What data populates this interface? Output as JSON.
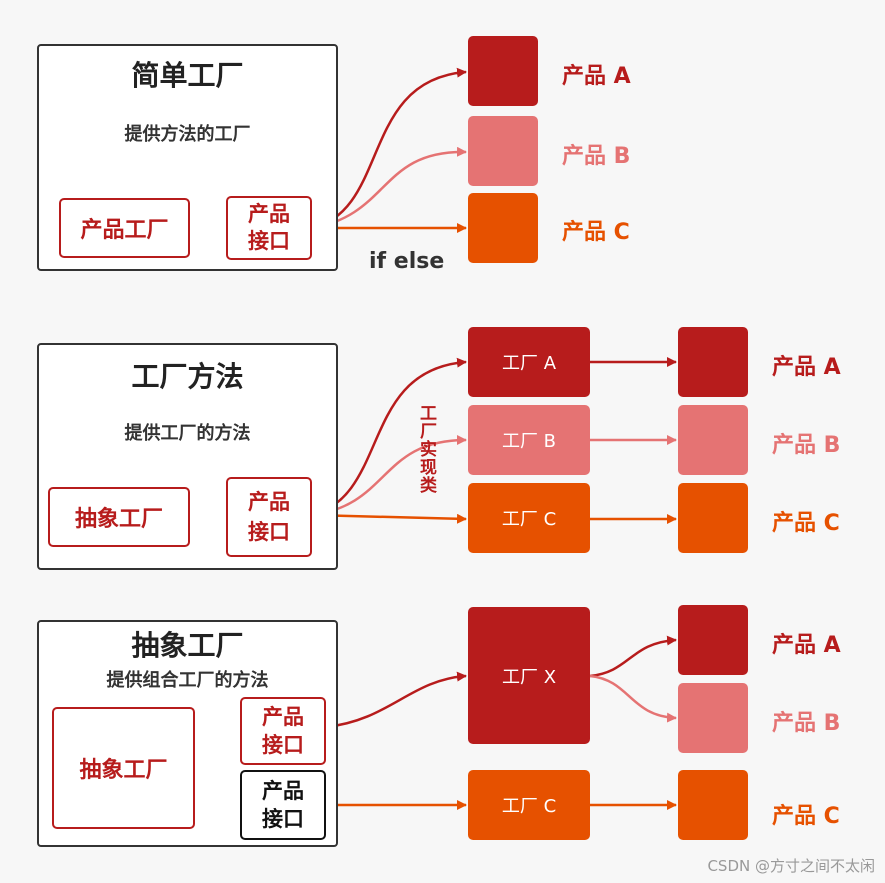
{
  "section1": {
    "title": "简单工厂",
    "subtitle": "提供方法的工厂",
    "factory_label": "产品工厂",
    "interface_label": "产品\n接口",
    "condition_label": "if else",
    "products": [
      "产品 A",
      "产品 B",
      "产品 C"
    ]
  },
  "section2": {
    "title": "工厂方法",
    "subtitle": "提供工厂的方法",
    "factory_label": "抽象工厂",
    "interface_label": "产品\n接口",
    "impl_label": "工厂实现类",
    "factories": [
      "工厂 A",
      "工厂 B",
      "工厂 C"
    ],
    "products": [
      "产品 A",
      "产品 B",
      "产品 C"
    ]
  },
  "section3": {
    "title": "抽象工厂",
    "subtitle": "提供组合工厂的方法",
    "factory_label": "抽象工厂",
    "interface1_label": "产品\n接口",
    "interface2_label": "产品\n接口",
    "factory_x": "工厂 X",
    "factory_c": "工厂 C",
    "products": [
      "产品 A",
      "产品 B",
      "产品 C"
    ]
  },
  "colors": {
    "dark": "#b71c1c",
    "pink": "#e57373",
    "orange": "#e65100"
  },
  "watermark": "CSDN @方寸之间不太闲"
}
